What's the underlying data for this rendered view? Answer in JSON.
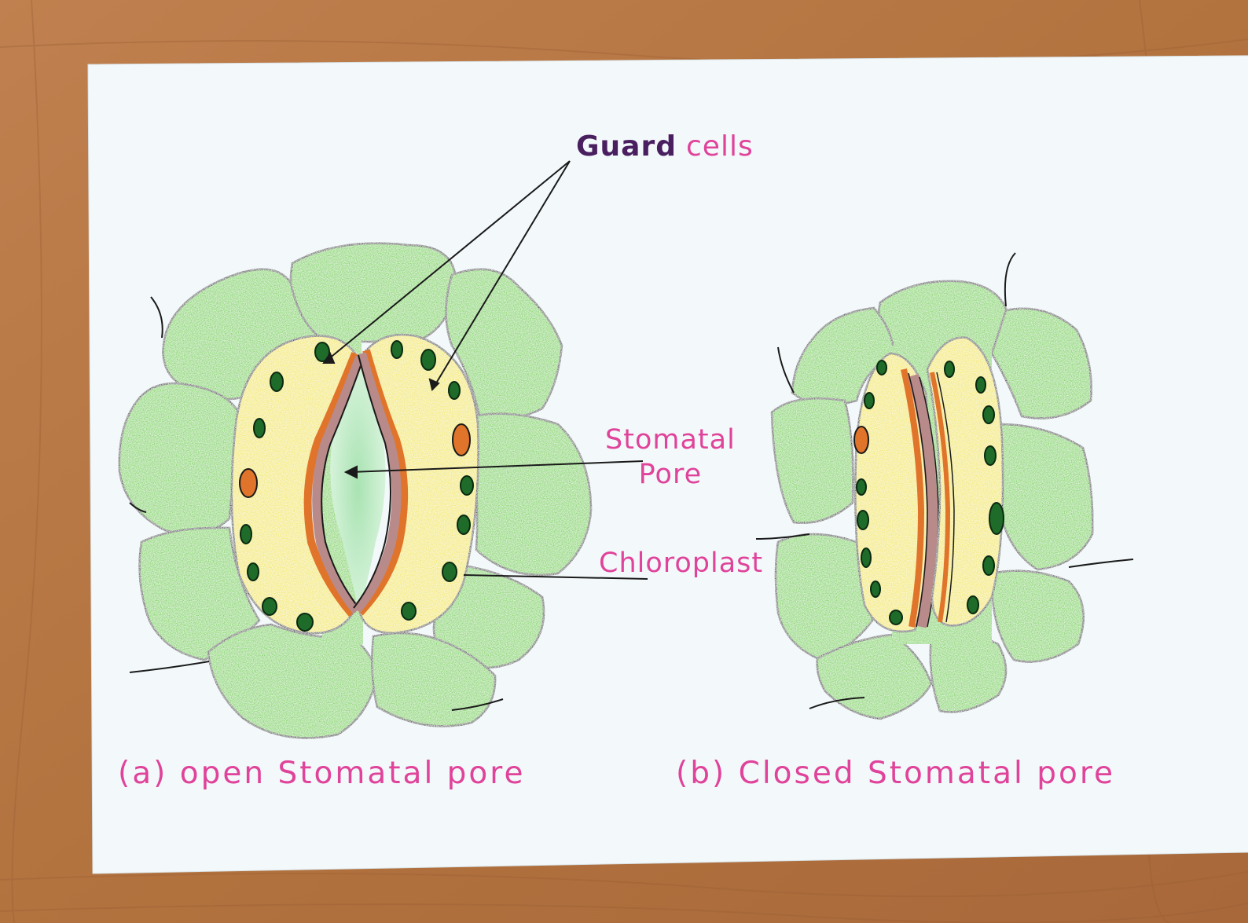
{
  "diagram": {
    "labels": {
      "guard": "Guard",
      "cells": "cells",
      "stomatal": "Stomatal",
      "pore": "Pore",
      "chloroplast": "Chloroplast"
    },
    "captions": {
      "open": "(a) open Stomatal pore",
      "closed": "(b) Closed Stomatal pore"
    },
    "colors": {
      "ink": "#1a1a1a",
      "label_pink": "#e0439a",
      "label_purple": "#4a1f60",
      "epidermal_green": "#6fd23c",
      "guard_yellow": "#f2e640",
      "chloroplast_green": "#1e6b2a",
      "nucleus_orange": "#e0742a",
      "wall_brown": "#b88a8a",
      "pore_green": "#c4ecc9",
      "paper": "#f3f9fb",
      "table": "#b8774a"
    }
  }
}
